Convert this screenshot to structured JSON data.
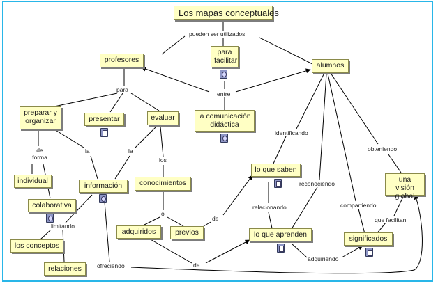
{
  "nodes": {
    "title": "Los mapas conceptuales",
    "facilitar": "para facilitar",
    "profesores": "profesores",
    "alumnos": "alumnos",
    "comunicacion": "la comunicación didáctica",
    "preparar": "preparar y organizar",
    "presentar": "presentar",
    "evaluar": "evaluar",
    "individual": "individual",
    "colaborativa": "colaborativa",
    "informacion": "información",
    "conocimientos": "conocimientos",
    "adquiridos": "adquiridos",
    "previos": "previos",
    "los_conceptos": "los conceptos",
    "relaciones": "relaciones",
    "lo_que_saben": "lo que saben",
    "lo_que_aprenden": "lo que aprenden",
    "significados": "significados",
    "vision_global": "una visión global"
  },
  "links": {
    "pueden": "pueden ser utilizados",
    "entre": "entre",
    "para": "para",
    "la_left": "la",
    "la_mid": "la",
    "de_forma": "de forma",
    "los": "los",
    "o": "o",
    "de_previos": "de",
    "de_bottom": "de",
    "limitando": "limitando",
    "ofreciendo": "ofreciendo",
    "identificando": "identificando",
    "reconociendo": "reconociendo",
    "obteniendo": "obteniendo",
    "relacionando": "relacionando",
    "compartiendo": "compartiendo",
    "que_facilitan": "que facilitan",
    "adquiriendo": "adquiriendo"
  },
  "colors": {
    "frame": "#29b6e8",
    "node_fill": "#ffffc4",
    "node_border": "#8a8a4a",
    "line": "#000000"
  }
}
